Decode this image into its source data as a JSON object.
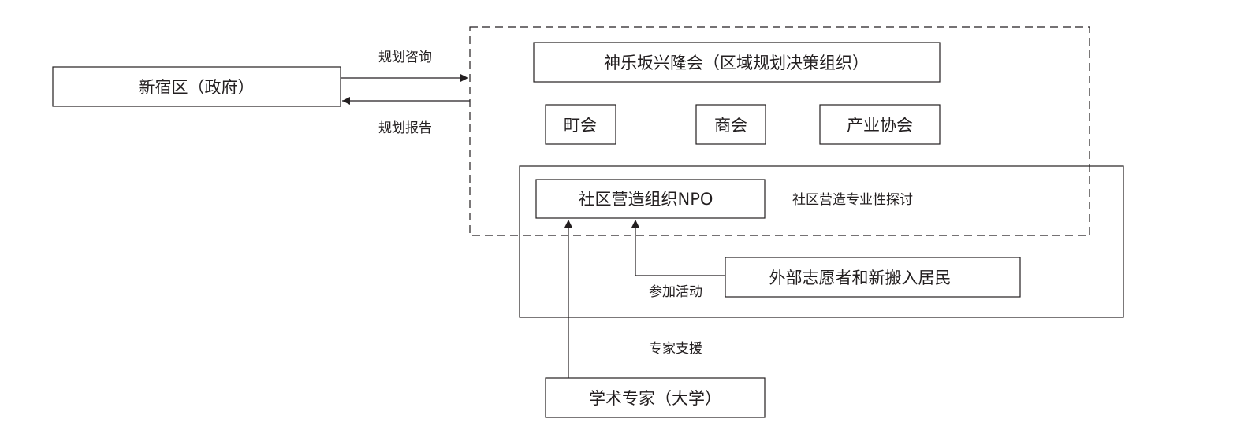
{
  "nodes": {
    "gov": "新宿区（政府）",
    "council": "神乐坂兴隆会（区域规划决策组织）",
    "neighborhood": "町会",
    "commerce": "商会",
    "industry": "产业协会",
    "npo": "社区营造组织NPO",
    "volunteers": "外部志愿者和新搬入居民",
    "experts": "学术专家（大学）"
  },
  "labels": {
    "consult": "规划咨询",
    "report": "规划报告",
    "discussion": "社区营造专业性探讨",
    "participate": "参加活动",
    "support": "专家支援"
  }
}
